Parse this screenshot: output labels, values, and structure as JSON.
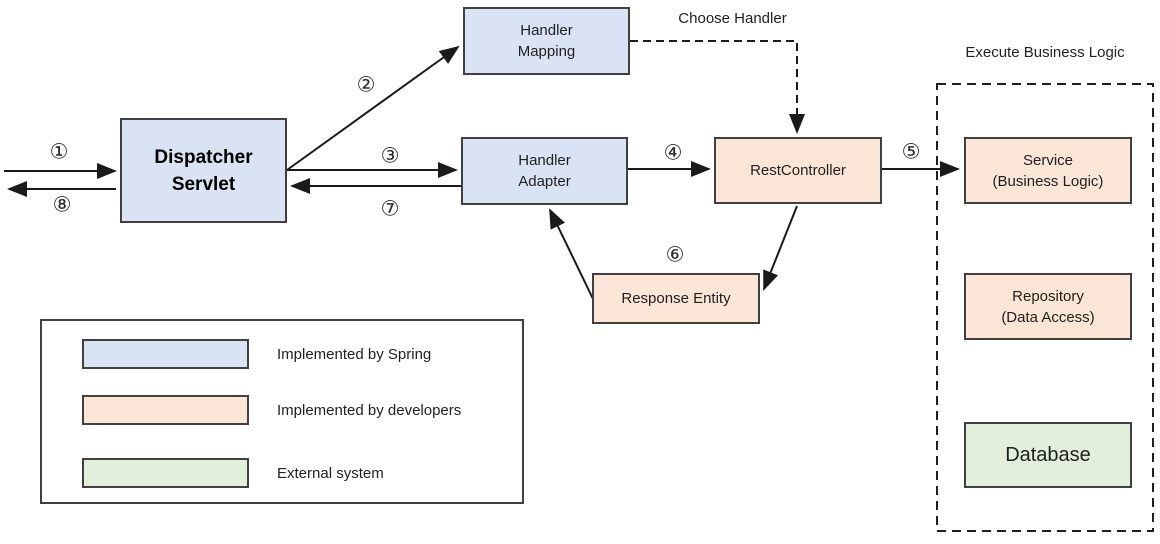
{
  "colors": {
    "spring": "#dae3f3",
    "developers": "#fbe5d6",
    "external": "#e2efda",
    "border": "#404040",
    "line": "#1a1a1a"
  },
  "nodes": {
    "dispatcher_servlet": {
      "line1": "Dispatcher",
      "line2": "Servlet"
    },
    "handler_mapping": {
      "line1": "Handler",
      "line2": "Mapping"
    },
    "handler_adapter": {
      "line1": "Handler",
      "line2": "Adapter"
    },
    "rest_controller": {
      "label": "RestController"
    },
    "response_entity": {
      "label": "Response Entity"
    },
    "service": {
      "line1": "Service",
      "line2": "(Business Logic)"
    },
    "repository": {
      "line1": "Repository",
      "line2": "(Data Access)"
    },
    "database": {
      "label": "Database"
    }
  },
  "annotations": {
    "choose_handler": "Choose Handler",
    "execute_business_logic": "Execute Business Logic"
  },
  "steps": {
    "s1": "①",
    "s2": "②",
    "s3": "③",
    "s4": "④",
    "s5": "⑤",
    "s6": "⑥",
    "s7": "⑦",
    "s8": "⑧"
  },
  "legend": {
    "items": [
      {
        "label": "Implemented by Spring",
        "color": "#dae3f3"
      },
      {
        "label": "Implemented by developers",
        "color": "#fbe5d6"
      },
      {
        "label": "External system",
        "color": "#e2efda"
      }
    ]
  }
}
